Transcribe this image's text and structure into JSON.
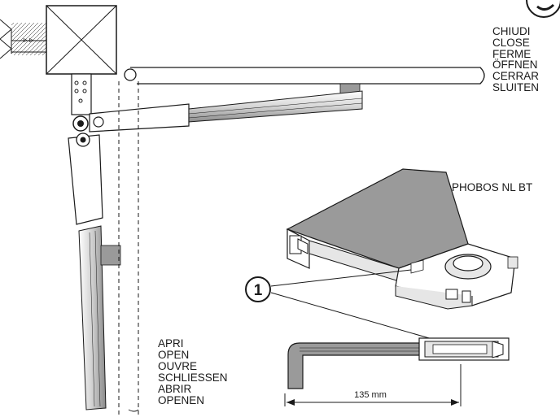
{
  "close_labels": [
    "CHIUDI",
    "CLOSE",
    "FERME",
    "ÖFFNEN",
    "CERRAR",
    "SLUITEN"
  ],
  "open_labels": [
    "APRI",
    "OPEN",
    "OUVRE",
    "SCHLIESSEN",
    "ABRIR",
    "OPENEN"
  ],
  "model_name": "PHOBOS NL BT",
  "callout_number": "1",
  "dimension_label": "135 mm",
  "colors": {
    "line": "#1a1a1a",
    "part_fill": "#9a9a9a",
    "light_fill": "#e6e6e6"
  }
}
